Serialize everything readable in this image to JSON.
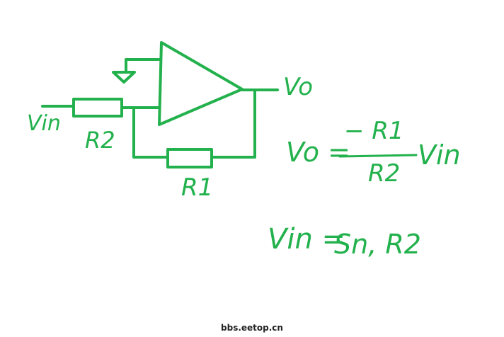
{
  "diagram": {
    "stroke_color": "#22b14c",
    "labels": {
      "vout": "Vo",
      "vin": "Vin",
      "r2": "R2",
      "r1": "R1"
    },
    "equation_gain": {
      "lhs": "Vo =",
      "numerator": "− R1",
      "denominator": "R2",
      "tail": "Vin"
    },
    "equation_input": {
      "lhs": "Vin =",
      "rhs": "Sn, R2"
    }
  },
  "footer": {
    "watermark": "bbs.eetop.cn"
  }
}
